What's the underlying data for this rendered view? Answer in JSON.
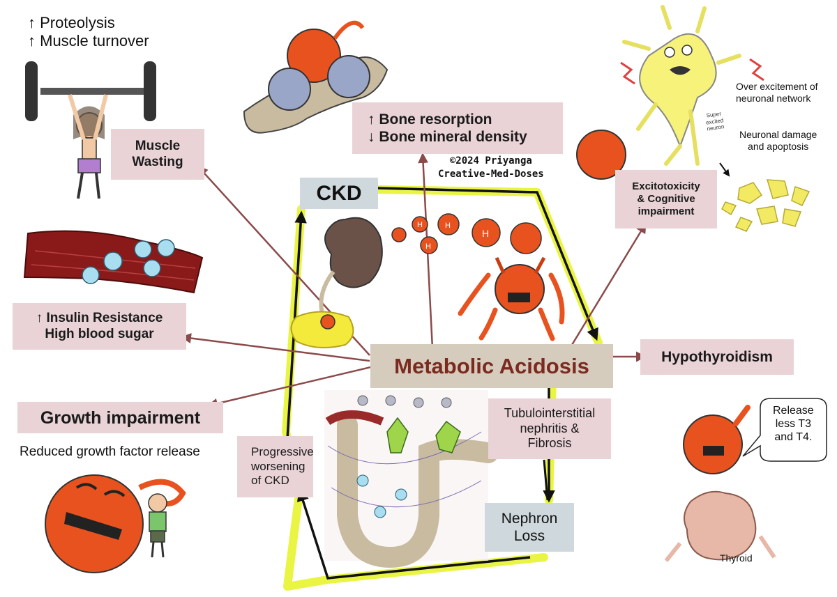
{
  "colors": {
    "arrow_maroon": "#8b4a4a",
    "cycle_yellow": "#e9f542",
    "acid_orange": "#e8521f",
    "box_pink": "#e9d3d6",
    "box_grey": "#cfd9dd",
    "box_tan": "#d6ccbe",
    "title_red": "#7a2a1e"
  },
  "nodes": {
    "ckd": "CKD",
    "metabolic_acidosis": "Metabolic Acidosis",
    "muscle_wasting": [
      "Muscle",
      "Wasting"
    ],
    "bone": [
      "↑ Bone resorption",
      "↓ Bone mineral density"
    ],
    "excitotoxicity": [
      "Excitotoxicity",
      "& Cognitive",
      "impairment"
    ],
    "insulin": [
      "↑ Insulin Resistance",
      "High blood sugar"
    ],
    "hypothyroidism": "Hypothyroidism",
    "growth": "Growth impairment",
    "tubulo": [
      "Tubulointerstitial",
      "nephritis &",
      "Fibrosis"
    ],
    "nephron": [
      "Nephron",
      "Loss"
    ],
    "progressive": [
      "Progressive",
      "worsening",
      "of CKD"
    ]
  },
  "annotations": {
    "proteolysis": "↑ Proteolysis",
    "muscle_turnover": "↑ Muscle turnover",
    "reduced_growth": "Reduced growth factor release",
    "over_excitement": [
      "Over excitement of",
      "neuronal network"
    ],
    "neuronal_damage": [
      "Neuronal damage",
      "and apoptosis"
    ],
    "super_excited": [
      "Super",
      "excited",
      "neuron"
    ],
    "release_bubble": [
      "Release",
      "less T3",
      "and T4."
    ],
    "thyroid": "Thyroid",
    "copyright": [
      "©2024 Priyanga",
      "Creative-Med-Doses"
    ],
    "h_ion": "H",
    "h_plus": "+"
  },
  "icons": [
    "barbell-person-icon",
    "osteoclast-cartoon-icon",
    "excited-neuron-icon",
    "neuron-fragments-icon",
    "muscle-fiber-icon",
    "kidney-character-icon",
    "fat-cell-icon",
    "hydrogen-ion-icon",
    "acid-monster-icon",
    "nephron-tubule-icon",
    "acid-ball-icon",
    "child-icon",
    "thyroid-character-icon",
    "speech-bubble-icon"
  ]
}
